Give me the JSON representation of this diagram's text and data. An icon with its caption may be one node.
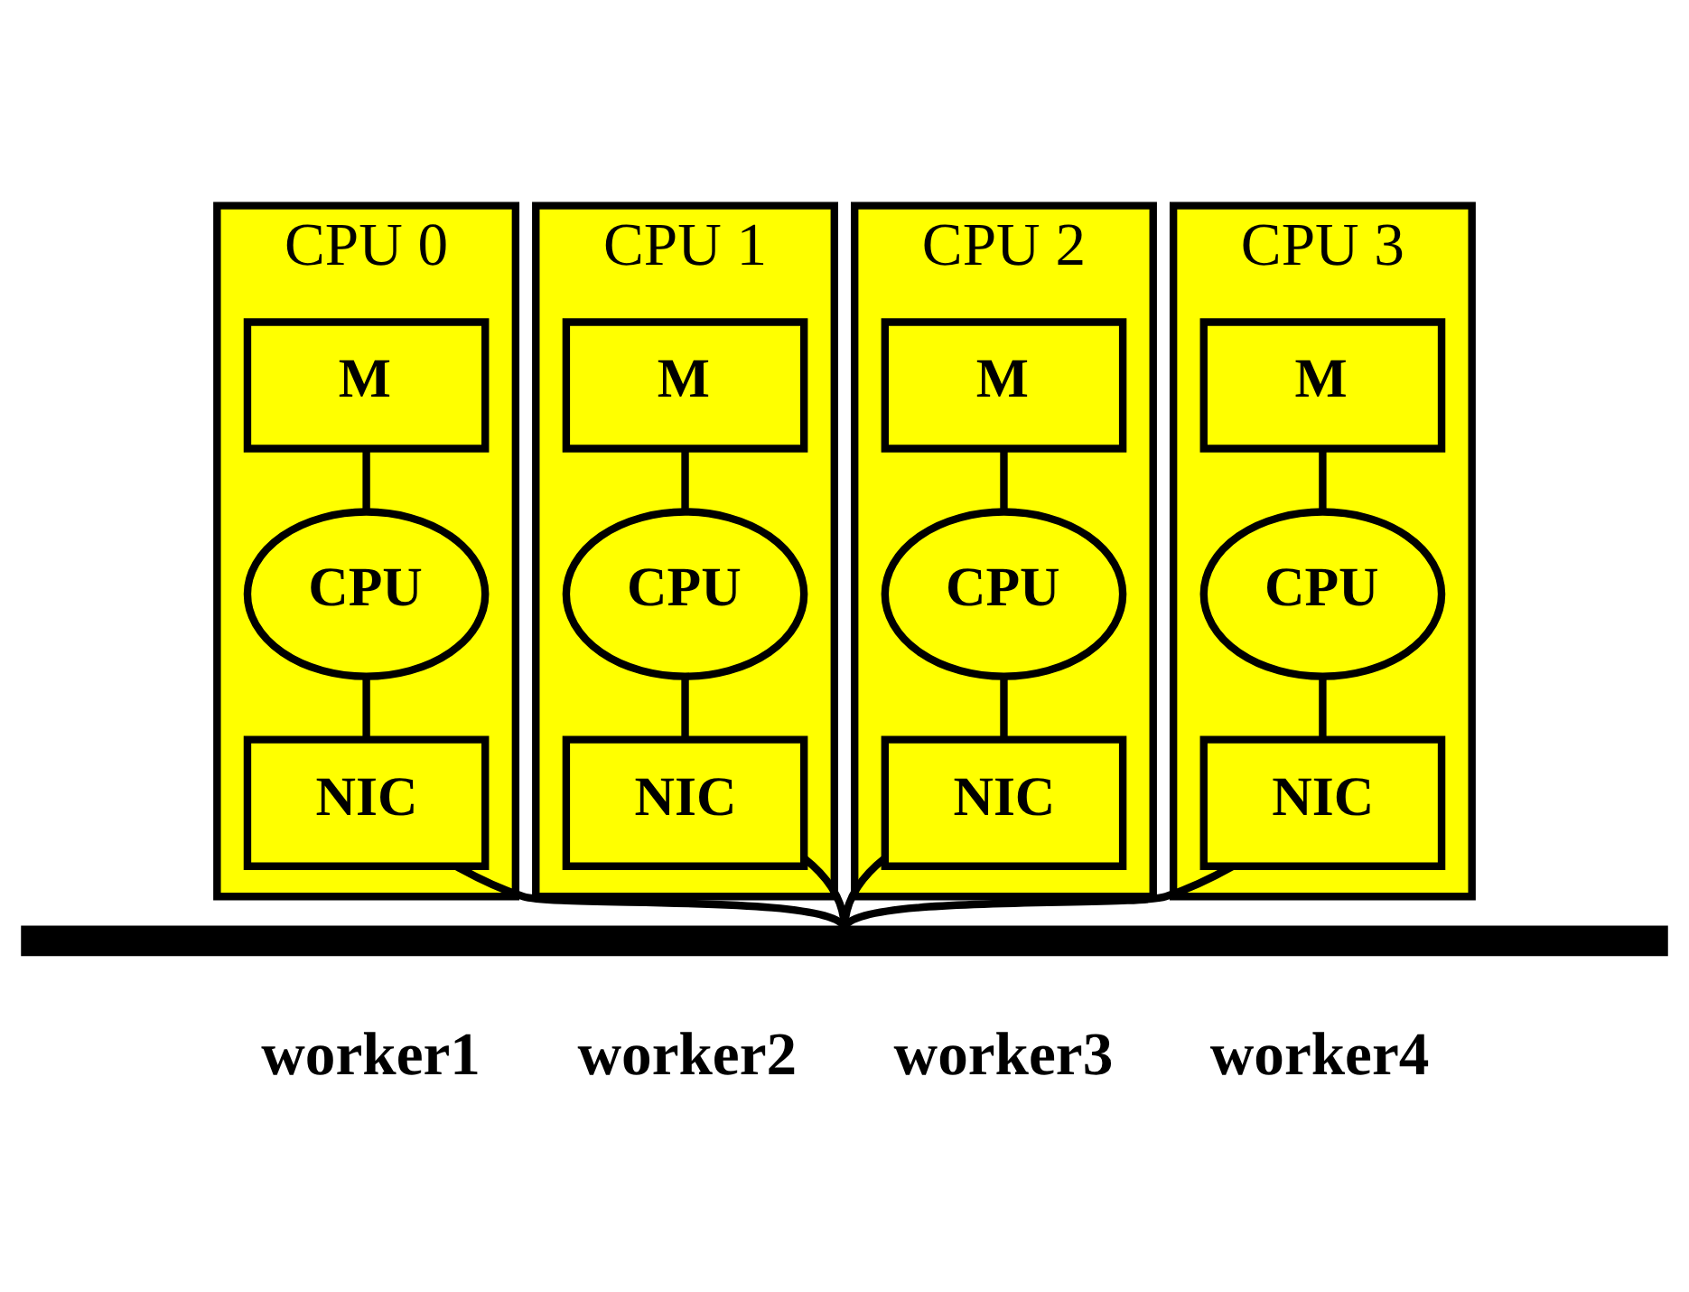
{
  "diagram": {
    "nodes": [
      {
        "text": [
          "CPU 0"
        ]
      },
      {
        "text": [
          "M"
        ],
        "in": 0
      },
      {
        "text": [
          "CPU"
        ],
        "in": 0
      },
      {
        "text": [
          "NIC"
        ],
        "in": 0
      },
      {
        "text": [
          "CPU 1"
        ]
      },
      {
        "text": [
          "M"
        ],
        "in": 4
      },
      {
        "text": [
          "CPU"
        ],
        "in": 4
      },
      {
        "text": [
          "NIC"
        ],
        "in": 4
      },
      {
        "text": [
          "CPU 2"
        ]
      },
      {
        "text": [
          "M"
        ],
        "in": 8
      },
      {
        "text": [
          "CPU"
        ],
        "in": 8
      },
      {
        "text": [
          "NIC"
        ],
        "in": 8
      },
      {
        "text": [
          "CPU 3"
        ]
      },
      {
        "text": [
          "M"
        ],
        "in": 12
      },
      {
        "text": [
          "CPU"
        ],
        "in": 12
      },
      {
        "text": [
          "NIC"
        ],
        "in": 12
      },
      {
        "text": [],
        "shape": "bar"
      }
    ],
    "edges": [
      {
        "from": 1,
        "to": 2,
        "arrow": "none"
      },
      {
        "from": 2,
        "to": 3,
        "arrow": "none"
      },
      {
        "from": 3,
        "to": 16,
        "arrow": "none"
      },
      {
        "from": 5,
        "to": 6,
        "arrow": "none"
      },
      {
        "from": 6,
        "to": 7,
        "arrow": "none"
      },
      {
        "from": 7,
        "to": 16,
        "arrow": "none"
      },
      {
        "from": 9,
        "to": 10,
        "arrow": "none"
      },
      {
        "from": 10,
        "to": 11,
        "arrow": "none"
      },
      {
        "from": 11,
        "to": 16,
        "arrow": "none"
      },
      {
        "from": 13,
        "to": 14,
        "arrow": "none"
      },
      {
        "from": 14,
        "to": 15,
        "arrow": "none"
      },
      {
        "from": 15,
        "to": 16,
        "arrow": "none"
      }
    ],
    "labels": [
      "worker1",
      "worker2",
      "worker3",
      "worker4"
    ]
  }
}
